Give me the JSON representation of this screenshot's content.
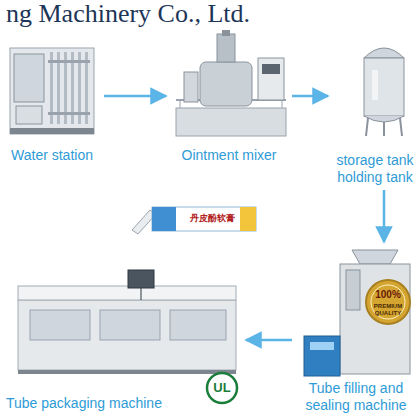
{
  "diagram": {
    "nodes": [
      {
        "text": [
          "Water station"
        ]
      },
      {
        "text": [
          "Ointment mixer"
        ]
      },
      {
        "text": [
          "storage tank holding tank"
        ]
      },
      {
        "text": [
          "Tube filling and sealing machine"
        ]
      },
      {
        "text": [
          "Tube packaging machine"
        ]
      }
    ],
    "edges": [
      {
        "from": 0,
        "to": 1,
        "arrow": "to"
      },
      {
        "from": 1,
        "to": 2,
        "arrow": "to"
      },
      {
        "from": 2,
        "to": 3,
        "arrow": "to"
      },
      {
        "from": 3,
        "to": 4,
        "arrow": "to"
      }
    ],
    "labels": [
      "ng Machinery Co., Ltd.",
      "丹皮酚软膏",
      "100%",
      "PREMIUM",
      "QUALITY",
      "UL"
    ]
  }
}
